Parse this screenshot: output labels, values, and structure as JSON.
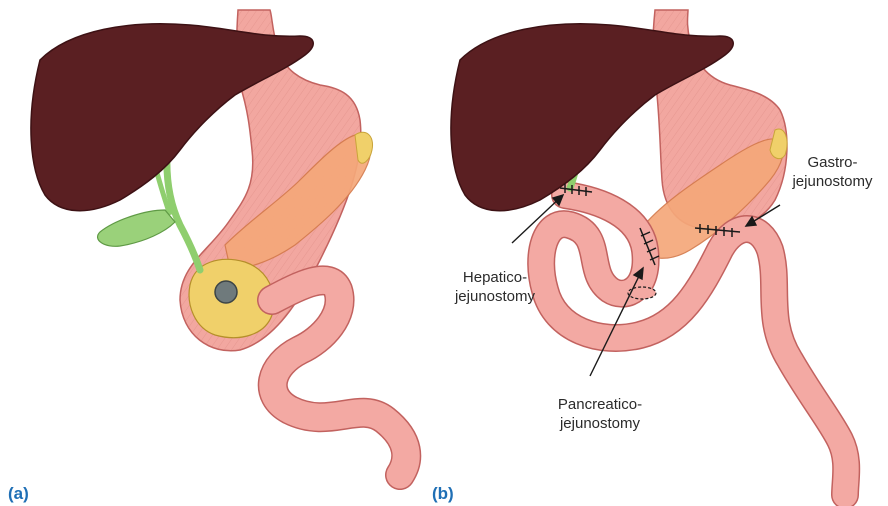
{
  "colors": {
    "liver": "#5a1f22",
    "liver_dark": "#3d1114",
    "stomach": "#f2a7a0",
    "stomach_line": "#c2625f",
    "bowel": "#f3a9a3",
    "pancreas_orange": "#f5a87a",
    "pancreas_yellow": "#f0d06a",
    "gallbladder": "#9ad17a",
    "bile_duct": "#8fce6e",
    "tumor": "#6f7a7c",
    "label_blue": "#1f6fb5",
    "suture": "#1a1a1a"
  },
  "panels": {
    "a": {
      "label": "(a)"
    },
    "b": {
      "label": "(b)"
    }
  },
  "callouts": {
    "hepatico": [
      "Hepatico-",
      "jejunostomy"
    ],
    "gastro": [
      "Gastro-",
      "jejunostomy"
    ],
    "pancreatico": [
      "Pancreatico-",
      "jejunostomy"
    ]
  }
}
